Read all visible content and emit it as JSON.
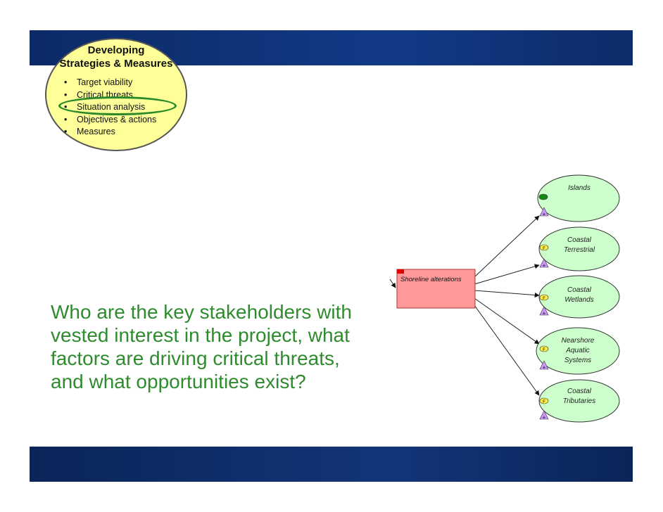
{
  "steps_box": {
    "title_line1": "Developing",
    "title_line2": "Strategies & Measures",
    "bullet": "•",
    "items": [
      "Target viability",
      "Critical threats",
      "Situation analysis",
      "Objectives & actions",
      "Measures"
    ],
    "highlighted_item": "Situation analysis"
  },
  "question": "Who are the key stakeholders with vested interest in the project, what factors are driving critical threats, and what opportunities exist?",
  "diagram": {
    "threat": {
      "label": "Shoreline alterations",
      "color": "#ff9999"
    },
    "targets": [
      {
        "lines": [
          "Islands"
        ]
      },
      {
        "lines": [
          "Coastal",
          "Terrestrial"
        ]
      },
      {
        "lines": [
          "Coastal",
          "Wetlands"
        ]
      },
      {
        "lines": [
          "Nearshore",
          "Aquatic",
          "Systems"
        ]
      },
      {
        "lines": [
          "Coastal",
          "Tributaries"
        ]
      }
    ],
    "target_color": "#ccffcc",
    "badge_f": "F",
    "badge_plus": "+"
  },
  "colors": {
    "bar": "#0f3278",
    "question_text": "#2e8b2e",
    "oval_fill": "#ffff99",
    "highlight_ring": "#2a8a2a"
  }
}
